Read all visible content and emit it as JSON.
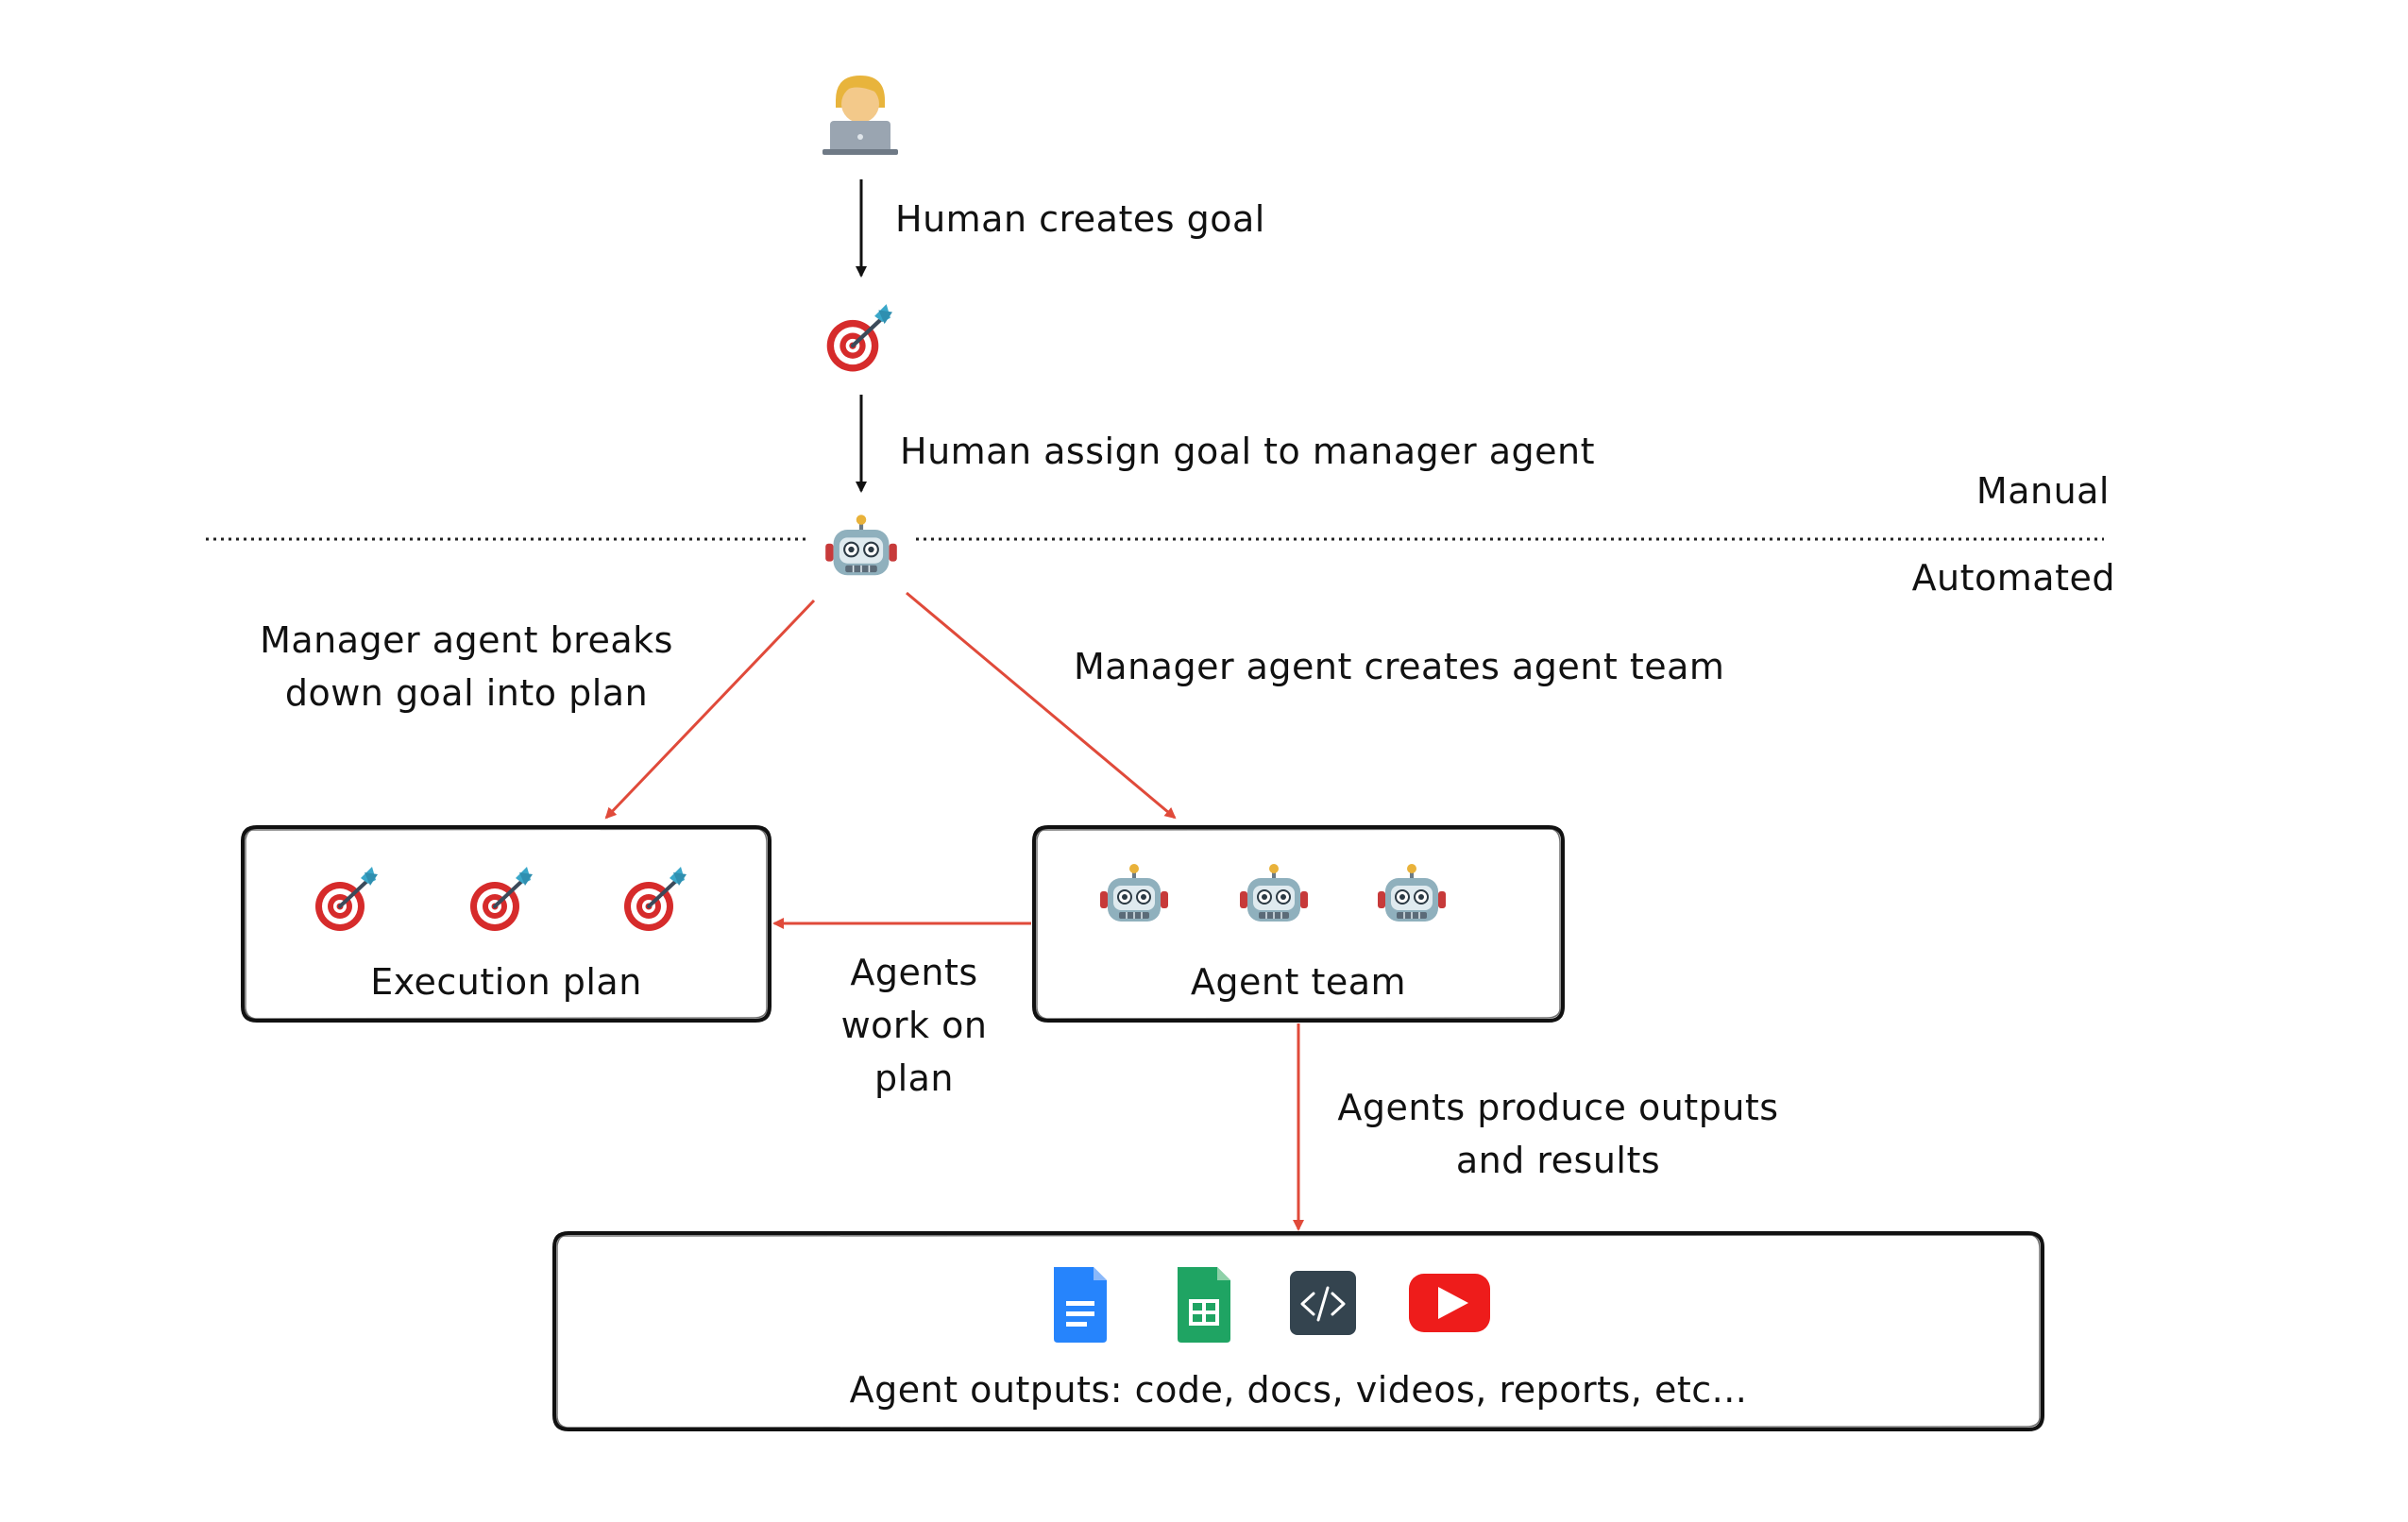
{
  "labels": {
    "human_creates_goal": "Human creates goal",
    "human_assign_goal": "Human assign goal to manager agent",
    "manual": "Manual",
    "automated": "Automated",
    "breaks_down_line1": "Manager agent breaks",
    "breaks_down_line2": "down goal into plan",
    "creates_team": "Manager agent creates agent team",
    "work_line1": "Agents",
    "work_line2": "work on",
    "work_line3": "plan",
    "produce_line1": "Agents produce outputs",
    "produce_line2": "and results"
  },
  "boxes": {
    "execution_plan": "Execution plan",
    "agent_team": "Agent team",
    "agent_outputs": "Agent outputs: code, docs, videos, reports, etc..."
  },
  "icons": {
    "human": "technologist-icon",
    "goal": "target-icon",
    "manager": "robot-icon",
    "plan_items": [
      "target-icon",
      "target-icon",
      "target-icon"
    ],
    "team_items": [
      "robot-icon",
      "robot-icon",
      "robot-icon"
    ],
    "outputs": [
      "google-docs-icon",
      "google-sheets-icon",
      "code-icon",
      "youtube-icon"
    ]
  },
  "colors": {
    "manual_arrow": "#111111",
    "automated_arrow": "#e04a3a",
    "divider": "#222222"
  }
}
